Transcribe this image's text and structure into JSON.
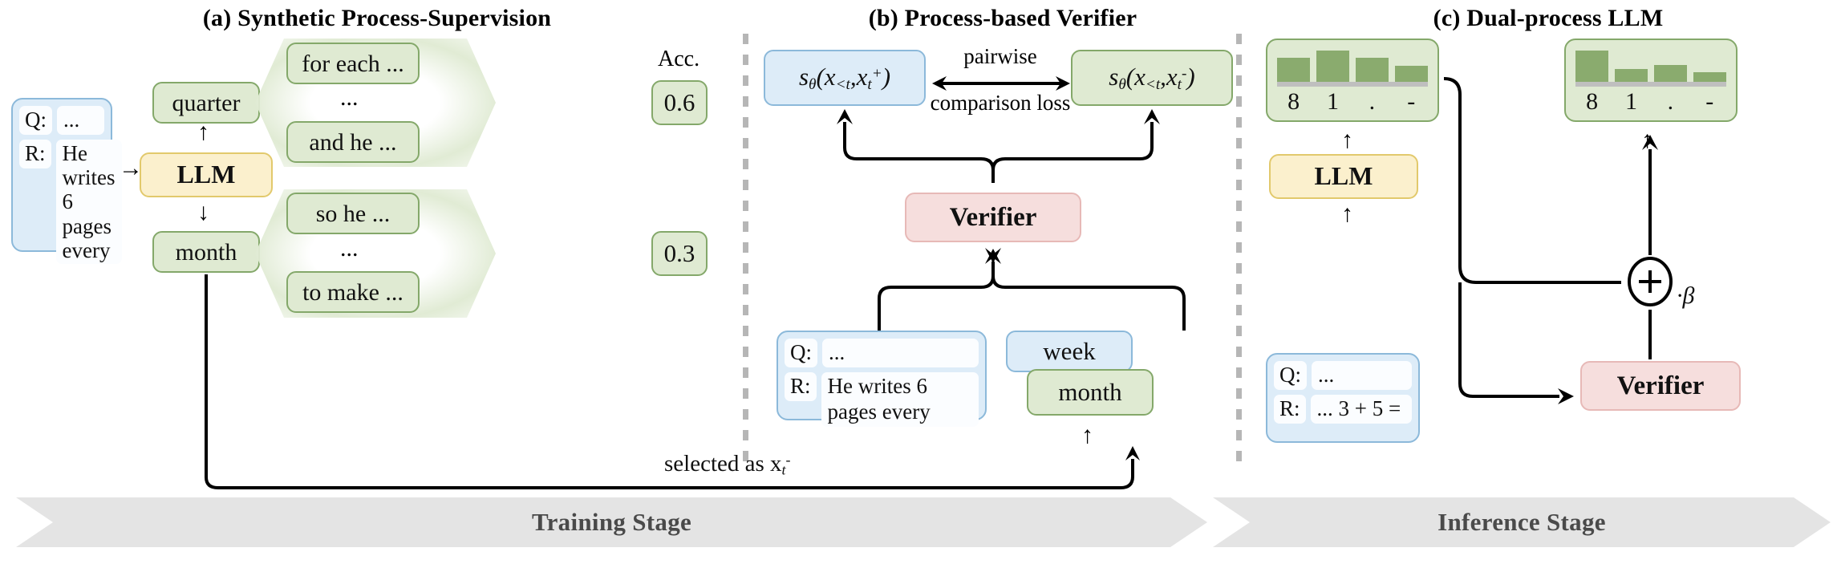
{
  "panels": {
    "a": {
      "title": "(a) Synthetic Process-Supervision"
    },
    "b": {
      "title": "(b) Process-based Verifier"
    },
    "c": {
      "title": "(c) Dual-process LLM"
    }
  },
  "panel_a": {
    "prompt": {
      "q_key": "Q:",
      "q_val": "...",
      "r_key": "R:",
      "r_val": "He writes 6 pages every"
    },
    "input_arrow": "→",
    "llm_label": "LLM",
    "up_arrow": "↑",
    "down_arrow": "↓",
    "branch_top": {
      "step": "quarter",
      "first": "for each ...",
      "ellipsis": "...",
      "last": "and he ...",
      "acc_header": "Acc.",
      "acc_value": "0.6"
    },
    "branch_bottom": {
      "step": "month",
      "first": "so he ...",
      "ellipsis": "...",
      "last": "to make ...",
      "acc_value": "0.3"
    },
    "selected_label": "selected as x",
    "selected_sub": "t",
    "selected_sup": "-"
  },
  "panel_b": {
    "score_pos": {
      "fn": "s",
      "theta": "θ",
      "open": "(x",
      "ctx_sub": "<t",
      "comma": ",x",
      "t_sub": "t",
      "sign": "+",
      "close": ")"
    },
    "score_neg": {
      "fn": "s",
      "theta": "θ",
      "open": "(x",
      "ctx_sub": "<t",
      "comma": ",x",
      "t_sub": "t",
      "sign": "-",
      "close": ")"
    },
    "loss_top": "pairwise",
    "loss_bottom": "comparison loss",
    "verifier_label": "Verifier",
    "prompt": {
      "q_key": "Q:",
      "q_val": "...",
      "r_key": "R:",
      "r_val": "He writes 6 pages every"
    },
    "candidate_pos": "week",
    "candidate_neg": "month",
    "up_arrow": "↑"
  },
  "panel_c": {
    "dist_llm": {
      "tokens": [
        "8",
        "1",
        ".",
        "-"
      ],
      "values": [
        0.52,
        0.66,
        0.52,
        0.34
      ]
    },
    "dist_final": {
      "tokens": [
        "8",
        "1",
        ".",
        "-"
      ],
      "values": [
        1.0,
        0.42,
        0.55,
        0.32
      ]
    },
    "llm_label": "LLM",
    "verifier_label": "Verifier",
    "combine_op": "+",
    "beta_label": "·β",
    "prompt": {
      "q_key": "Q:",
      "q_val": "...",
      "r_key": "R:",
      "r_val": "... 3 + 5 ="
    },
    "up_arrow": "↑"
  },
  "stages": {
    "training": "Training Stage",
    "inference": "Inference Stage"
  },
  "colors": {
    "green_fill": "#dfead2",
    "green_stroke": "#84a86a",
    "blue_fill": "#ddecf8",
    "blue_stroke": "#8cb9da",
    "yellow_fill": "#fbf0cd",
    "yellow_stroke": "#e2c96c",
    "pink_fill": "#f6dedd",
    "pink_stroke": "#e7b9b7",
    "banner": "#e4e4e4",
    "banner_text": "#4a4a4a",
    "bar": "#8aab6e",
    "baseline": "#bfbfbf",
    "divider": "#b6b6b6"
  }
}
